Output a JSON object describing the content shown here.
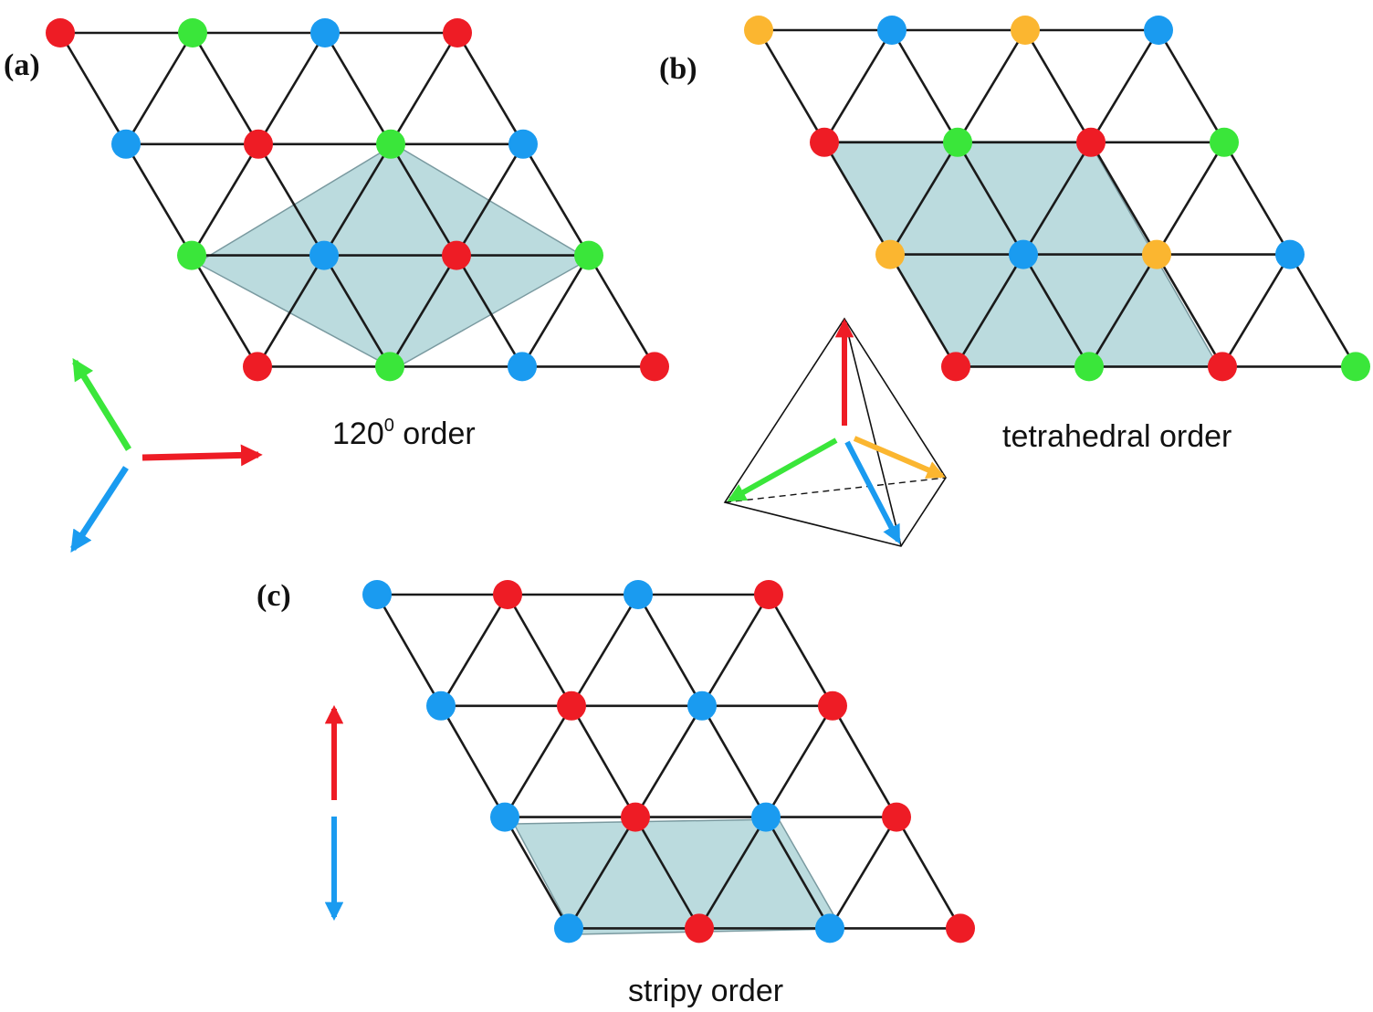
{
  "colors": {
    "red": "#ee1c25",
    "green": "#3ae63a",
    "blue": "#1a9bf0",
    "orange": "#fbb630",
    "cell": "#8ec3c8"
  },
  "panels": [
    {
      "id": "a",
      "label": "(a)",
      "caption_base": "120",
      "caption_sup": "0",
      "caption_rest": " order",
      "rows": [
        [
          "red",
          "green",
          "blue",
          "red"
        ],
        [
          "blue",
          "red",
          "green",
          "blue"
        ],
        [
          "green",
          "blue",
          "red",
          "green"
        ],
        [
          "red",
          "green",
          "blue",
          "red"
        ]
      ],
      "spin_arrows": [
        "red",
        "green",
        "blue"
      ]
    },
    {
      "id": "b",
      "label": "(b)",
      "caption": "tetrahedral order",
      "rows": [
        [
          "orange",
          "blue",
          "orange",
          "blue"
        ],
        [
          "red",
          "green",
          "red",
          "green"
        ],
        [
          "orange",
          "blue",
          "orange",
          "blue"
        ],
        [
          "red",
          "green",
          "red",
          "green"
        ]
      ],
      "spin_arrows": [
        "red",
        "green",
        "blue",
        "orange"
      ]
    },
    {
      "id": "c",
      "label": "(c)",
      "caption": "stripy order",
      "rows": [
        [
          "blue",
          "red",
          "blue",
          "red"
        ],
        [
          "blue",
          "red",
          "blue",
          "red"
        ],
        [
          "blue",
          "red",
          "blue",
          "red"
        ],
        [
          "blue",
          "red",
          "blue",
          "red"
        ]
      ],
      "spin_arrows": [
        "red",
        "blue"
      ]
    }
  ]
}
